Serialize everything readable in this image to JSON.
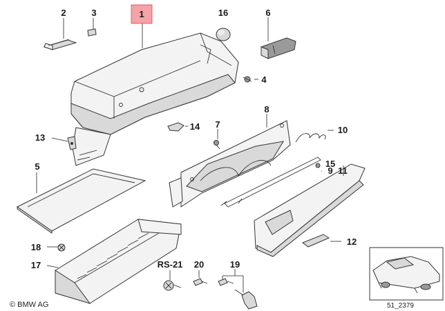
{
  "callouts": {
    "c1": "1",
    "c2": "2",
    "c3": "3",
    "c4": "4",
    "c5": "5",
    "c6": "6",
    "c7": "7",
    "c8": "8",
    "c9": "9",
    "c10": "10",
    "c11": "11",
    "c12": "12",
    "c13": "13",
    "c14": "14",
    "c15": "15",
    "c16": "16",
    "c17": "17",
    "c18": "18",
    "c19": "19",
    "c20": "20",
    "crs21": "RS-21"
  },
  "highlight_color": "#f4a3a8",
  "copyright": "© BMW AG",
  "drawing_number": "51_2379"
}
